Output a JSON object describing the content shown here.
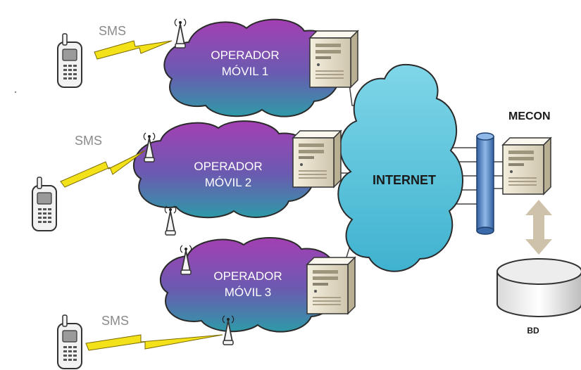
{
  "operators": [
    {
      "line1": "OPERADOR",
      "line2": "MÓVIL 1"
    },
    {
      "line1": "OPERADOR",
      "line2": "MÓVIL 2"
    },
    {
      "line1": "OPERADOR",
      "line2": "MÓVIL 3"
    }
  ],
  "sms_label": "SMS",
  "internet_label": "INTERNET",
  "mecon_label": "MECON",
  "db_label": "BD",
  "colors": {
    "operator_cloud_top": "#a43fb3",
    "operator_cloud_bottom": "#2e9aa8",
    "internet_cloud": "#5fc7dd",
    "backbone": "#5b8fcf",
    "lightning": "#f3e21a",
    "server": "#e8e0c8",
    "arrow": "#cfc2aa"
  }
}
